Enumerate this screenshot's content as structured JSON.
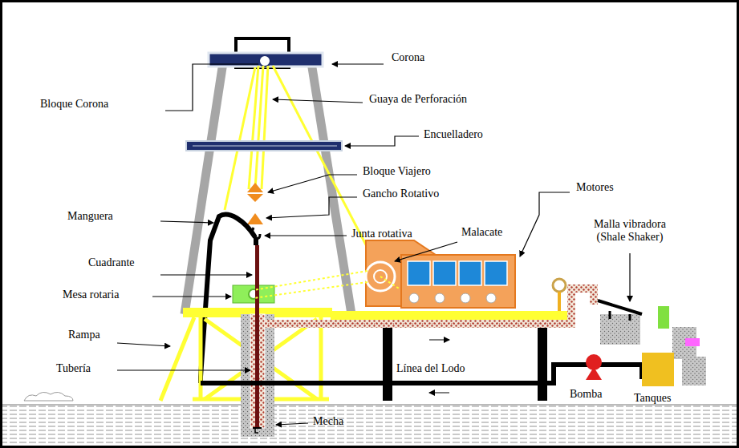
{
  "diagram": {
    "labels": [
      "Corona",
      "Bloque Corona",
      "Guaya de Perforación",
      "Encuelladero",
      "Bloque Viajero",
      "Gancho Rotativo",
      "Motores",
      "Manguera",
      "Junta rotativa",
      "Malacate",
      "Malla vibradora (Shale Shaker)",
      "Cuadrante",
      "Mesa rotaria",
      "Rampa",
      "Tubería",
      "Línea del Lodo",
      "Bomba",
      "Tanques",
      "Mecha"
    ]
  }
}
